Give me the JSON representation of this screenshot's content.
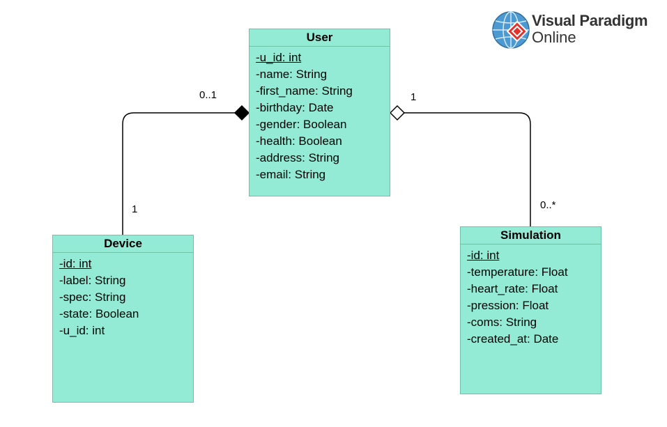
{
  "logo": {
    "brand": "Visual Paradigm",
    "sub": "Online"
  },
  "classes": {
    "user": {
      "name": "User",
      "attributes": [
        "-u_id: int",
        "-name: String",
        "-first_name: String",
        "-birthday: Date",
        "-gender: Boolean",
        "-health: Boolean",
        "-address: String",
        "-email: String"
      ]
    },
    "device": {
      "name": "Device",
      "attributes": [
        "-id: int",
        "-label: String",
        "-spec: String",
        "-state: Boolean",
        "-u_id: int"
      ]
    },
    "simulation": {
      "name": "Simulation",
      "attributes": [
        "-id: int",
        "-temperature: Float",
        "-heart_rate: Float",
        "-pression: Float",
        "-coms: String",
        "-created_at: Date"
      ]
    }
  },
  "associations": {
    "user_device": {
      "type": "composition",
      "user_end_multiplicity": "0..1",
      "device_end_multiplicity": "1"
    },
    "user_simulation": {
      "type": "aggregation",
      "user_end_multiplicity": "1",
      "simulation_end_multiplicity": "0..*"
    }
  },
  "colors": {
    "class_fill": "#93ebd5",
    "class_border": "#6cc3a8",
    "line": "#000000",
    "logo_globe": "#4d9ad3",
    "logo_diamond": "#e3322b"
  }
}
